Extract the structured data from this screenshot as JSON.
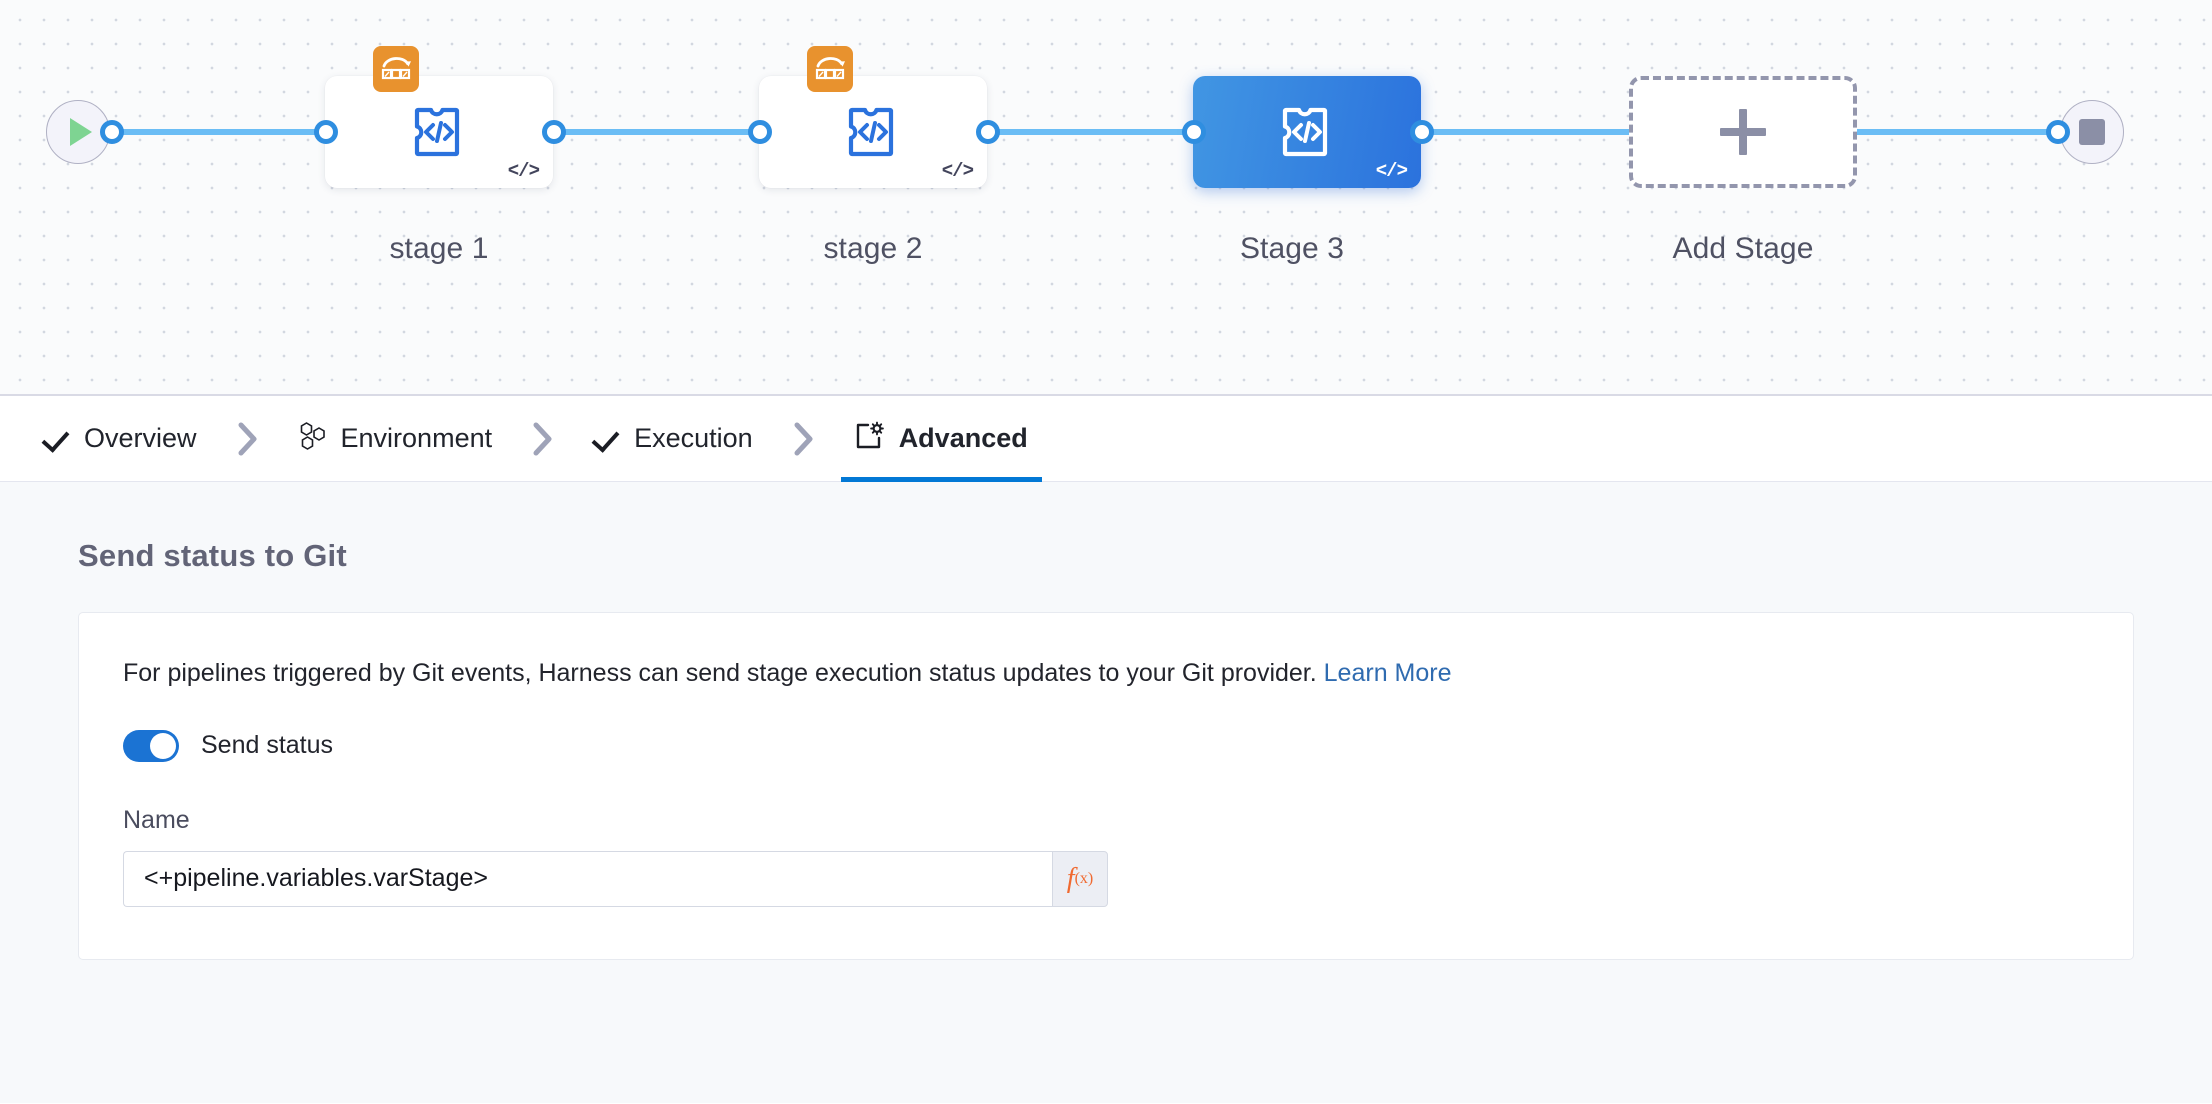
{
  "canvas": {
    "start_node": {
      "icon": "play-icon",
      "name": "pipeline-start"
    },
    "end_node": {
      "icon": "stop-icon",
      "name": "pipeline-end"
    },
    "stages": [
      {
        "label": "stage 1",
        "type": "custom-stage",
        "selected": false,
        "has_matrix_strategy": true,
        "code_marker": "</>"
      },
      {
        "label": "stage 2",
        "type": "custom-stage",
        "selected": false,
        "has_matrix_strategy": true,
        "code_marker": "</>"
      },
      {
        "label": "Stage 3",
        "type": "custom-stage",
        "selected": true,
        "has_matrix_strategy": false,
        "code_marker": "</>"
      },
      {
        "label": "Add Stage",
        "type": "add-stage",
        "selected": false,
        "has_matrix_strategy": false,
        "code_marker": ""
      }
    ]
  },
  "tabs": [
    {
      "label": "Overview",
      "icon": "check-icon",
      "active": false,
      "separator": "chevron-right-icon"
    },
    {
      "label": "Environment",
      "icon": "hexagons-icon",
      "active": false,
      "separator": "chevron-right-icon"
    },
    {
      "label": "Execution",
      "icon": "check-icon",
      "active": false,
      "separator": "chevron-right-icon"
    },
    {
      "label": "Advanced",
      "icon": "settings-card-icon",
      "active": true,
      "separator": ""
    }
  ],
  "main": {
    "section_title": "Send status to Git",
    "description_text": "For pipelines triggered by Git events, Harness can send stage execution status updates to your Git provider.",
    "learn_more_label": "Learn More",
    "toggle": {
      "label": "Send status",
      "on": true
    },
    "name_field": {
      "label": "Name",
      "value": "<+pipeline.variables.varStage>",
      "placeholder": "",
      "expression_button": {
        "f": "f",
        "x": "(x)"
      }
    }
  },
  "colors": {
    "accent_blue": "#0278d5",
    "connector_blue": "#6bbdf5",
    "selected_stage_blue": "#2b72dd",
    "matrix_orange": "#e8922e",
    "fx_orange": "#f06a31",
    "link_blue": "#2f6bb0",
    "start_green": "#7ed492"
  }
}
